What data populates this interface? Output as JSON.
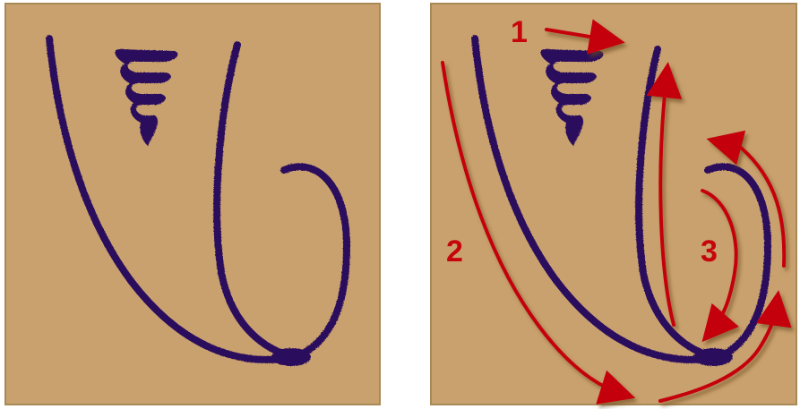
{
  "colors": {
    "paper": "#c9a16e",
    "ink": "#2a0a5c",
    "arrow": "#c5050b"
  },
  "panels": [
    {
      "name": "character",
      "annotated": false
    },
    {
      "name": "character-with-stroke-order",
      "annotated": true,
      "step_labels": [
        "1",
        "2",
        "3"
      ]
    }
  ]
}
